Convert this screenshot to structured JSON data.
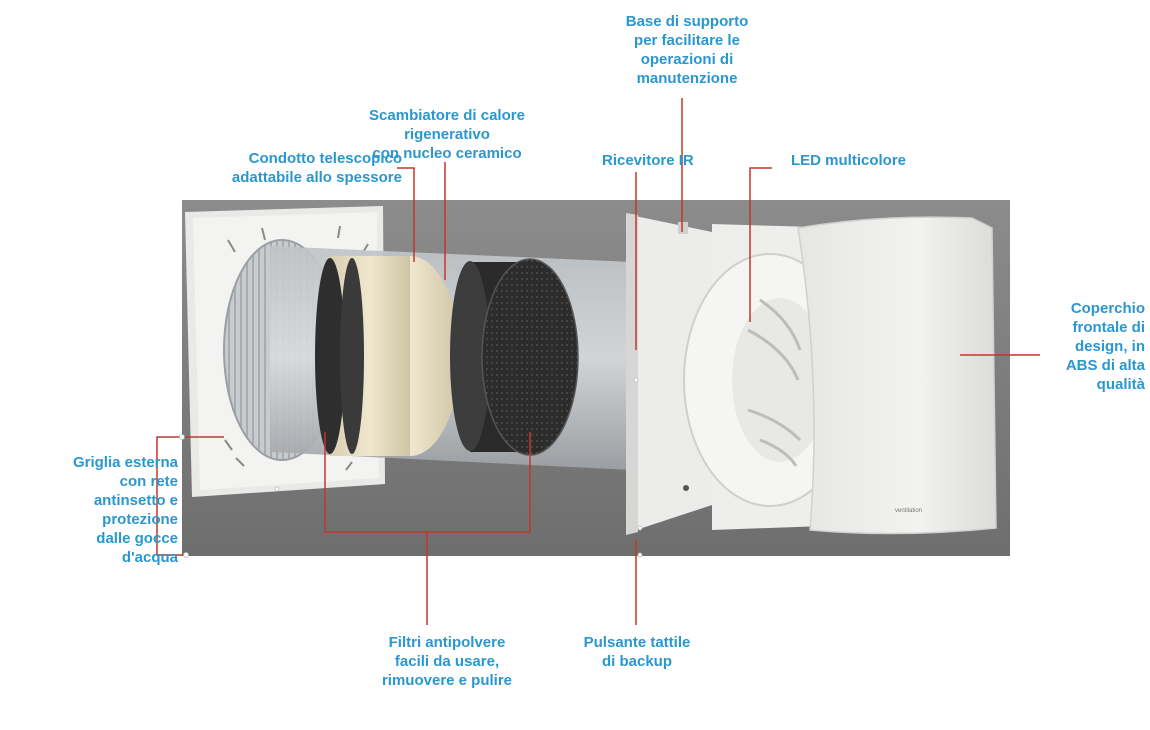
{
  "labels": {
    "base_supporto": "Base di supporto\nper facilitare le\noperazioni di\nmanutenzione",
    "scambiatore": "Scambiatore di calore\nrigenerativo\ncon nucleo ceramico",
    "condotto": "Condotto telescopico\nadattabile allo spessore",
    "ricevitore": "Ricevitore IR",
    "led": "LED multicolore",
    "coperchio": "Coperchio\nfrontale di\ndesign, in\nABS di alta\nqualità",
    "griglia": "Griglia esterna\ncon rete\nantinsetto e\nprotezione\ndalle gocce\nd'acqua",
    "filtri": "Filtri antipolvere\nfacili da usare,\nrimuovere e pulire",
    "pulsante": "Pulsante tattile\ndi backup"
  },
  "colors": {
    "label_text": "#2a97cf",
    "leader_line": "#c0392b",
    "photo_background": "#7b7b7b"
  }
}
